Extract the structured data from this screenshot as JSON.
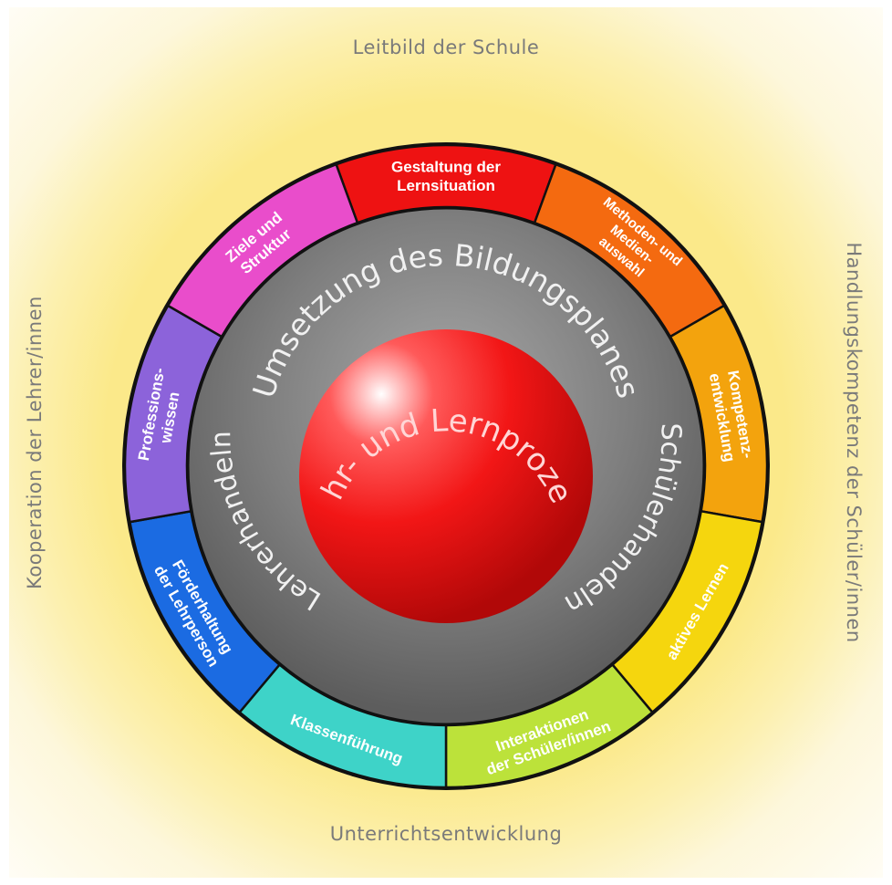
{
  "edges": {
    "top": "Leitbild der Schule",
    "bottom": "Unterrichtsentwicklung",
    "left": "Kooperation der Lehrer/innen",
    "right": "Handlungskompetenz der Schüler/innen"
  },
  "segments": [
    {
      "lines": [
        "Gestaltung der",
        "Lernsituation"
      ],
      "color": "#ee1212"
    },
    {
      "lines": [
        "Methoden- und",
        "Medien-",
        "auswahl"
      ],
      "color": "#f46a10"
    },
    {
      "lines": [
        "Kompetenz-",
        "entwicklung"
      ],
      "color": "#f3a30d"
    },
    {
      "lines": [
        "aktives Lernen"
      ],
      "color": "#f5d60e"
    },
    {
      "lines": [
        "Interaktionen",
        "der Schüler/innen"
      ],
      "color": "#bce23a"
    },
    {
      "lines": [
        "Klassenführung"
      ],
      "color": "#3ed3c8"
    },
    {
      "lines": [
        "Förderhaltung",
        "der Lehrperson"
      ],
      "color": "#1b6be2"
    },
    {
      "lines": [
        "Professions-",
        "wissen"
      ],
      "color": "#8c63da"
    },
    {
      "lines": [
        "Ziele und",
        "Struktur"
      ],
      "color": "#e94dcb"
    }
  ],
  "middle": {
    "top": "Umsetzung des Bildungsplanes",
    "left": "Lehrerhandeln",
    "right": "Schülerhandeln"
  },
  "center": "Lehr- und Lernprozess"
}
